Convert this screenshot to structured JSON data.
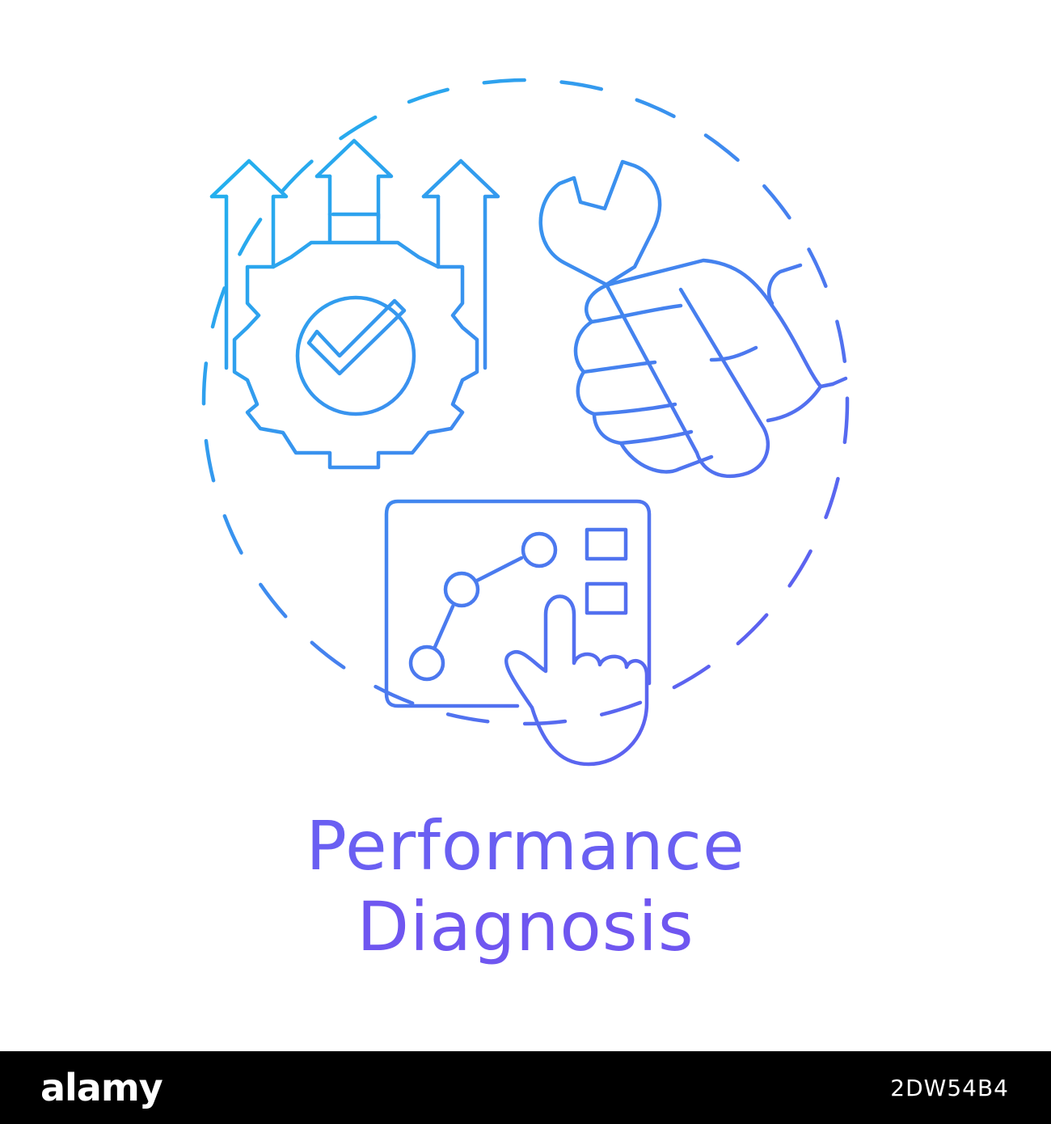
{
  "caption": {
    "line1": "Performance",
    "line2": "Diagnosis"
  },
  "footer": {
    "brand": "alamy",
    "image_id": "2DW54B4"
  },
  "icons": [
    "gear-arrows-check-icon",
    "hand-wrench-icon",
    "chart-touch-icon",
    "dashed-circle"
  ],
  "colors": {
    "gradient_start": "#1fb6ee",
    "gradient_end": "#6a4ff0",
    "caption": "#6a5ff2",
    "footer_bg": "#000000",
    "footer_text": "#ffffff"
  }
}
